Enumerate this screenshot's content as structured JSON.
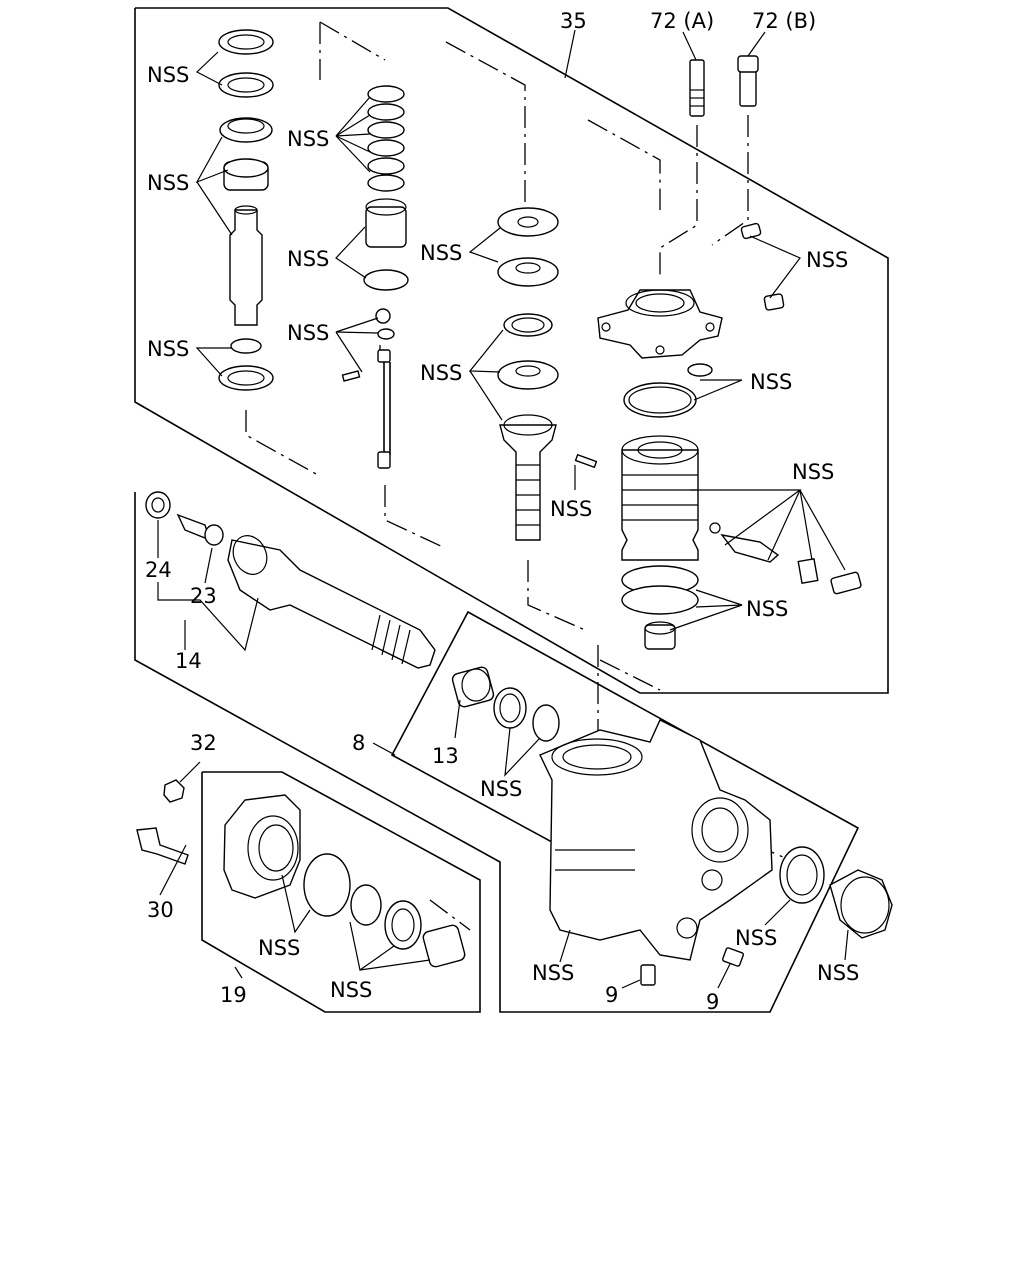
{
  "callouts": {
    "nss": "NSS",
    "p35": "35",
    "p72a": "72 (A)",
    "p72b": "72 (B)",
    "p24": "24",
    "p23": "23",
    "p14": "14",
    "p8": "8",
    "p13": "13",
    "p32": "32",
    "p30": "30",
    "p19": "19",
    "p9": "9"
  },
  "colors": {
    "ink": "#000000",
    "paper": "#ffffff"
  }
}
